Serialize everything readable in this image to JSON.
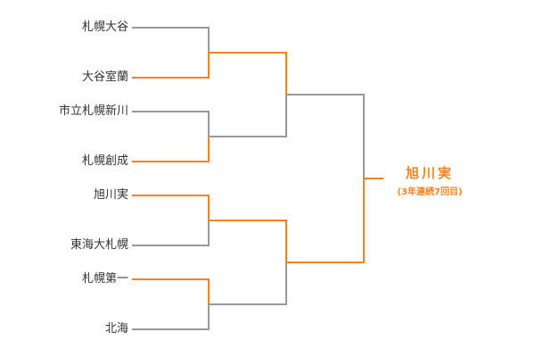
{
  "teams": [
    "札幌大谷",
    "大谷室蘭",
    "市立札幌新川",
    "札幌創成",
    "旭川実",
    "東海大札幌",
    "札幌第一",
    "北海"
  ],
  "round1_winners": [
    1,
    3,
    4,
    6
  ],
  "round2_winners": [
    1,
    4
  ],
  "final_winner": 4,
  "champion": {
    "name": "旭川実",
    "note": "(3年連続7回目)"
  },
  "colors": {
    "win": "#f5821f",
    "lose": "#999999"
  }
}
